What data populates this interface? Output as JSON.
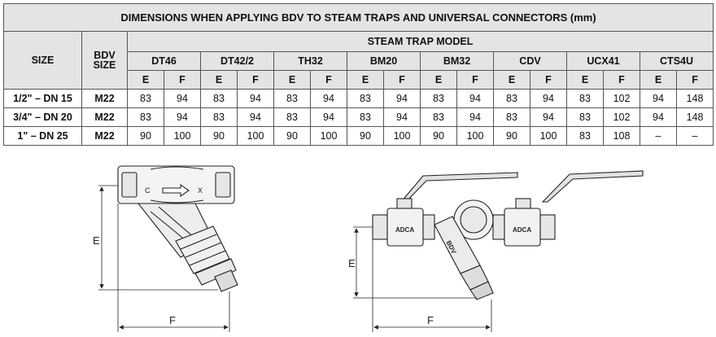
{
  "table": {
    "title": "DIMENSIONS WHEN APPLYING BDV TO STEAM TRAPS AND UNIVERSAL CONNECTORS (mm)",
    "size_header": "SIZE",
    "bdv_header": "BDV SIZE",
    "group_header": "STEAM TRAP MODEL",
    "models": [
      "DT46",
      "DT42/2",
      "TH32",
      "BM20",
      "BM32",
      "CDV",
      "UCX41",
      "CTS4U"
    ],
    "sub_headers": [
      "E",
      "F"
    ],
    "rows": [
      {
        "size": "1/2\" – DN 15",
        "bdv": "M22",
        "values": [
          "83",
          "94",
          "83",
          "94",
          "83",
          "94",
          "83",
          "94",
          "83",
          "94",
          "83",
          "94",
          "83",
          "102",
          "94",
          "148"
        ]
      },
      {
        "size": "3/4\" – DN 20",
        "bdv": "M22",
        "values": [
          "83",
          "94",
          "83",
          "94",
          "83",
          "94",
          "83",
          "94",
          "83",
          "94",
          "83",
          "94",
          "83",
          "102",
          "94",
          "148"
        ]
      },
      {
        "size": "1\" – DN 25",
        "bdv": "M22",
        "values": [
          "90",
          "100",
          "90",
          "100",
          "90",
          "100",
          "90",
          "100",
          "90",
          "100",
          "90",
          "100",
          "83",
          "108",
          "–",
          "–"
        ]
      }
    ]
  },
  "drawings": {
    "left": {
      "dim_e": "E",
      "dim_f": "F",
      "flow_from": "C",
      "flow_to": "X"
    },
    "right": {
      "dim_e": "E",
      "dim_f": "F",
      "brand": "ADCA",
      "body_mark": "BDV"
    }
  },
  "colors": {
    "header_bg": "#e4e4e4",
    "border": "#555555",
    "line": "#222222"
  }
}
